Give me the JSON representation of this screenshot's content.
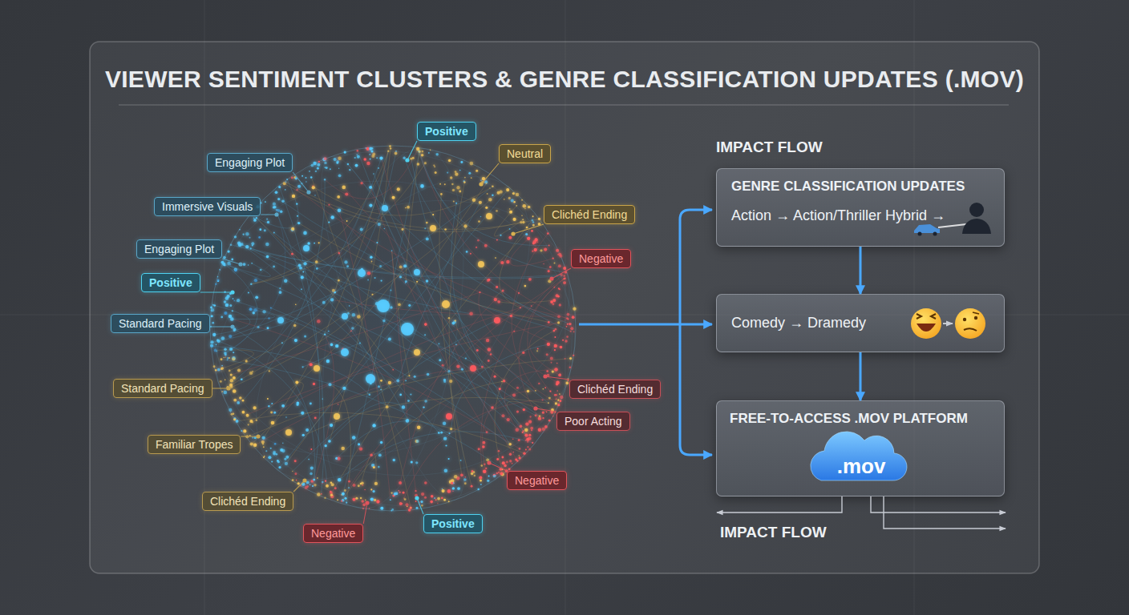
{
  "diagram": {
    "title": "VIEWER SENTIMENT CLUSTERS & GENRE CLASSIFICATION UPDATES (.MOV)",
    "nodes": [
      {
        "text": [
          "Positive"
        ]
      },
      {
        "text": [
          "Neutral"
        ]
      },
      {
        "text": [
          "Engaging Plot"
        ]
      },
      {
        "text": [
          "Immersive Visuals"
        ]
      },
      {
        "text": [
          "Clichéd Ending"
        ]
      },
      {
        "text": [
          "Engaging Plot"
        ]
      },
      {
        "text": [
          "Negative"
        ]
      },
      {
        "text": [
          "Positive"
        ]
      },
      {
        "text": [
          "Standard Pacing"
        ]
      },
      {
        "text": [
          "Standard Pacing"
        ]
      },
      {
        "text": [
          "Clichéd Ending"
        ]
      },
      {
        "text": [
          "Poor Acting"
        ]
      },
      {
        "text": [
          "Familiar Tropes"
        ]
      },
      {
        "text": [
          "Negative"
        ]
      },
      {
        "text": [
          "Clichéd Ending"
        ]
      },
      {
        "text": [
          "Positive"
        ]
      },
      {
        "text": [
          "Negative"
        ]
      },
      {
        "text": [
          "GENRE CLASSIFICATION UPDATES",
          "Action → Action/Thriller Hybrid →"
        ]
      },
      {
        "text": [
          "Comedy → Dramedy"
        ]
      },
      {
        "text": [
          "FREE-TO-ACCESS .MOV PLATFORM",
          ".mov"
        ]
      }
    ],
    "edges": [
      {
        "from": 17,
        "to": 18,
        "arrow": "to"
      },
      {
        "from": 18,
        "to": 19,
        "arrow": "to"
      }
    ],
    "labels": [
      "IMPACT FLOW",
      "IMPACT FLOW"
    ]
  }
}
